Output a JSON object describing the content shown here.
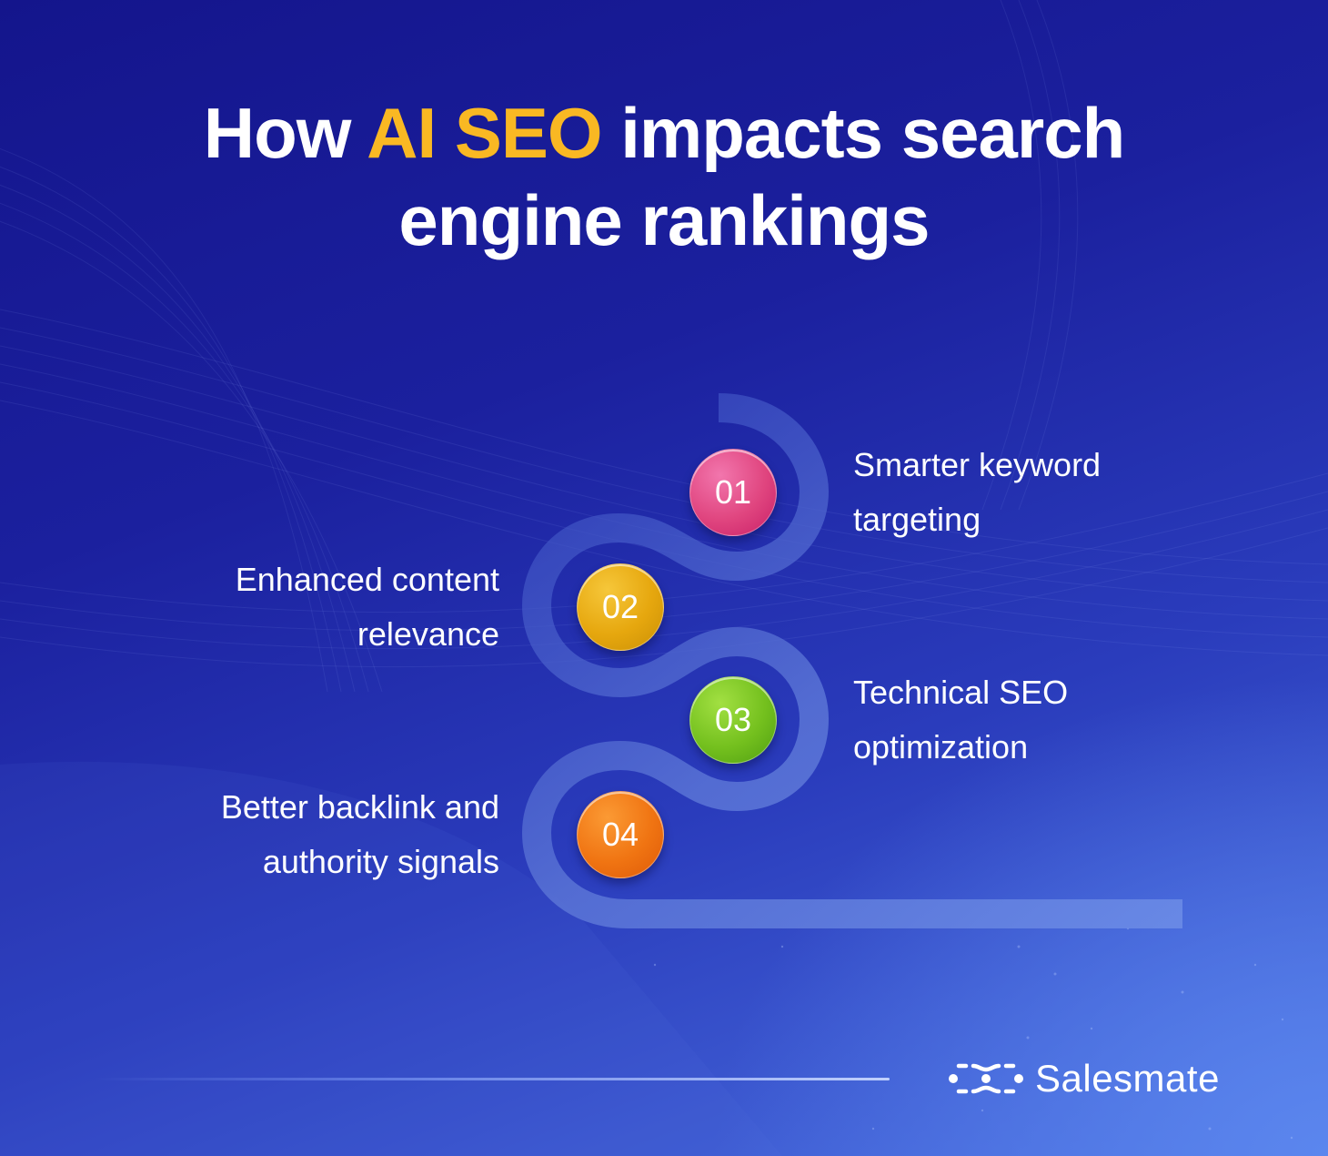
{
  "title": {
    "prefix": "How ",
    "accent": "AI SEO",
    "suffix": " impacts search",
    "line2": "engine rankings"
  },
  "colors": {
    "background_dark": "#14158c",
    "background_light": "#5b86ee",
    "title_text": "#ffffff",
    "title_accent": "#f9b823",
    "path_band": "#5a74d6"
  },
  "steps": [
    {
      "number": "01",
      "lines": [
        "Smarter keyword",
        "targeting"
      ],
      "side": "right",
      "color_light": "#ee5f9c",
      "color_dark": "#c81f67"
    },
    {
      "number": "02",
      "lines": [
        "Enhanced content",
        "relevance"
      ],
      "side": "left",
      "color_light": "#f2b91a",
      "color_dark": "#c98f06"
    },
    {
      "number": "03",
      "lines": [
        "Technical SEO",
        "optimization"
      ],
      "side": "right",
      "color_light": "#8fd52f",
      "color_dark": "#4f9e12"
    },
    {
      "number": "04",
      "lines": [
        "Better backlink and",
        "authority signals"
      ],
      "side": "left",
      "color_light": "#f78a1f",
      "color_dark": "#de5a08"
    }
  ],
  "brand": {
    "name": "Salesmate",
    "icon": "salesmate-logo-icon"
  }
}
